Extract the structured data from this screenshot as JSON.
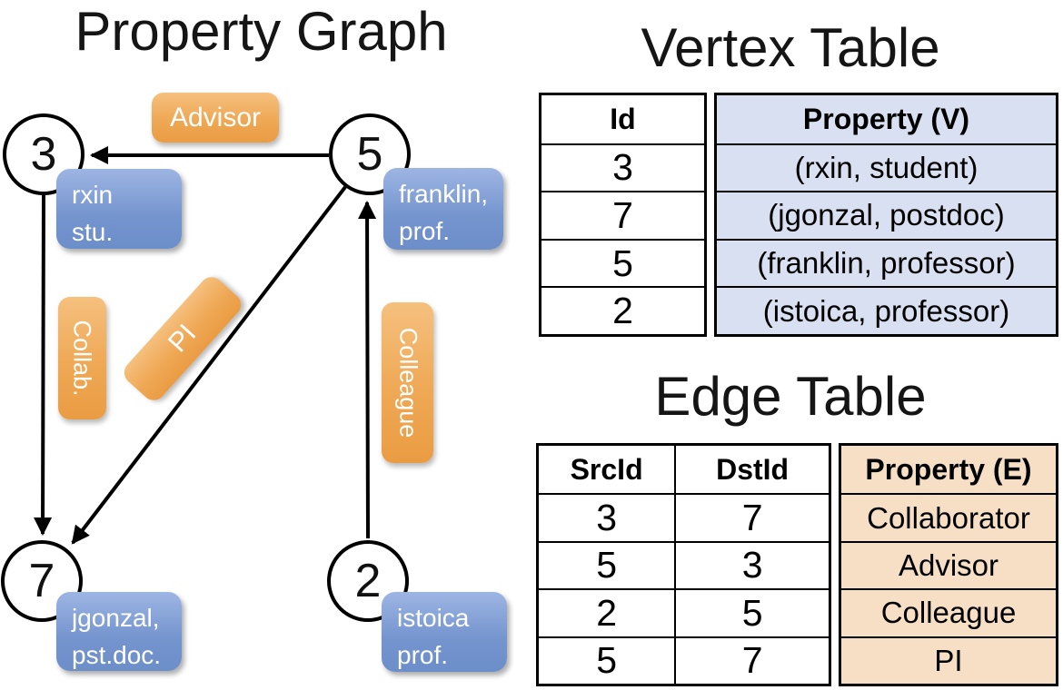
{
  "graph": {
    "title": "Property Graph",
    "nodes": [
      {
        "id": "3",
        "property": "rxin\nstu."
      },
      {
        "id": "5",
        "property": "franklin,\nprof."
      },
      {
        "id": "7",
        "property": "jgonzal,\npst.doc."
      },
      {
        "id": "2",
        "property": "istoica\nprof."
      }
    ],
    "edges": [
      {
        "label": "Advisor",
        "src": "5",
        "dst": "3"
      },
      {
        "label": "Collab.",
        "src": "3",
        "dst": "7"
      },
      {
        "label": "PI",
        "src": "5",
        "dst": "7"
      },
      {
        "label": "Colleague",
        "src": "2",
        "dst": "5"
      }
    ]
  },
  "vertex_table": {
    "title": "Vertex Table",
    "columns": [
      "Id",
      "Property (V)"
    ],
    "rows": [
      [
        "3",
        "(rxin, student)"
      ],
      [
        "7",
        "(jgonzal, postdoc)"
      ],
      [
        "5",
        "(franklin, professor)"
      ],
      [
        "2",
        "(istoica, professor)"
      ]
    ]
  },
  "edge_table": {
    "title": "Edge Table",
    "columns": [
      "SrcId",
      "DstId",
      "Property (E)"
    ],
    "rows": [
      [
        "3",
        "7",
        "Collaborator"
      ],
      [
        "5",
        "3",
        "Advisor"
      ],
      [
        "2",
        "5",
        "Colleague"
      ],
      [
        "5",
        "7",
        "PI"
      ]
    ]
  },
  "colors": {
    "edge_label_fill": "#EFA855",
    "vertex_property_fill": "#7494CE",
    "vertex_table_cell_bg": "#D8E0F1",
    "edge_table_cell_bg": "#F7DFC6",
    "line_color": "#000000",
    "text_on_fill": "#FFFFFF"
  }
}
